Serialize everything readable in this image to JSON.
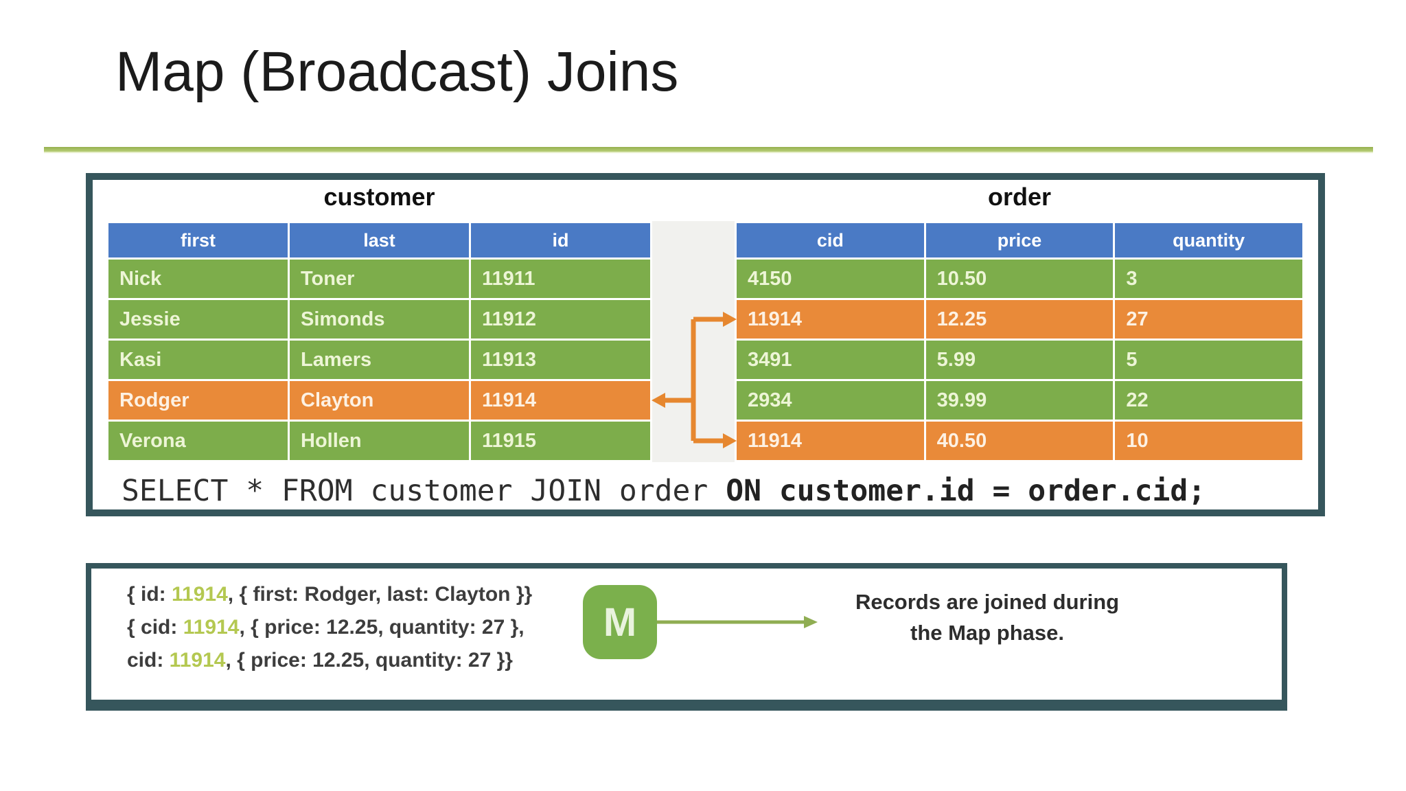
{
  "slide": {
    "title": "Map (Broadcast) Joins"
  },
  "join_diagram": {
    "customer_table": {
      "title": "customer",
      "columns": [
        "first",
        "last",
        "id"
      ],
      "rows": [
        {
          "cells": [
            "Nick",
            "Toner",
            "11911"
          ],
          "highlight": false
        },
        {
          "cells": [
            "Jessie",
            "Simonds",
            "11912"
          ],
          "highlight": false
        },
        {
          "cells": [
            "Kasi",
            "Lamers",
            "11913"
          ],
          "highlight": false
        },
        {
          "cells": [
            "Rodger",
            "Clayton",
            "11914"
          ],
          "highlight": true
        },
        {
          "cells": [
            "Verona",
            "Hollen",
            "11915"
          ],
          "highlight": false
        }
      ]
    },
    "order_table": {
      "title": "order",
      "columns": [
        "cid",
        "price",
        "quantity"
      ],
      "rows": [
        {
          "cells": [
            "4150",
            "10.50",
            "3"
          ],
          "highlight": false
        },
        {
          "cells": [
            "11914",
            "12.25",
            "27"
          ],
          "highlight": true
        },
        {
          "cells": [
            "3491",
            "5.99",
            "5"
          ],
          "highlight": false
        },
        {
          "cells": [
            "2934",
            "39.99",
            "22"
          ],
          "highlight": false
        },
        {
          "cells": [
            "11914",
            "40.50",
            "10"
          ],
          "highlight": true
        }
      ]
    },
    "sql": {
      "normal": "SELECT * FROM customer JOIN order ",
      "bold": "ON customer.id = order.cid;"
    }
  },
  "map_phase_panel": {
    "record_lines": [
      {
        "prefix": "{ id: ",
        "key": "11914",
        "suffix": ", { first: Rodger, last: Clayton }}"
      },
      {
        "prefix": "{ cid: ",
        "key": "11914",
        "suffix": ", { price: 12.25, quantity: 27 },"
      },
      {
        "prefix": "cid: ",
        "key": "11914",
        "suffix": ", { price: 12.25, quantity: 27 }}"
      }
    ],
    "badge_letter": "M",
    "caption_line1": "Records are joined during",
    "caption_line2": "the Map phase."
  },
  "colors": {
    "header_blue": "#4a7ac5",
    "row_green": "#7dad4b",
    "row_orange": "#e98a39",
    "panel_border": "#36565c",
    "accent_line": "#a6bf5f",
    "key_highlight": "#b4c851",
    "badge_green": "#7bb04c",
    "connector_orange": "#e6872f",
    "map_arrow_green": "#8fad52"
  }
}
